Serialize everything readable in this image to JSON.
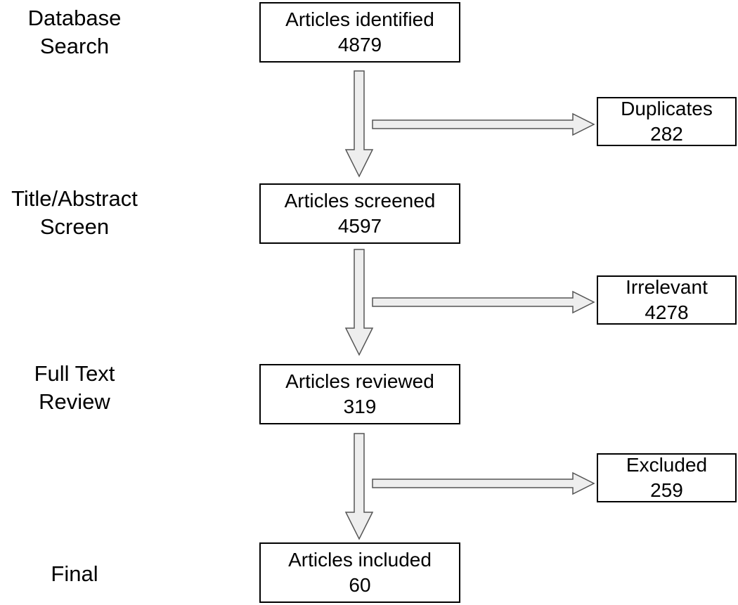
{
  "stages": [
    {
      "line1": "Database",
      "line2": "Search"
    },
    {
      "line1": "Title/Abstract",
      "line2": "Screen"
    },
    {
      "line1": "Full Text",
      "line2": "Review"
    },
    {
      "line1": "Final",
      "line2": ""
    }
  ],
  "main_boxes": [
    {
      "label": "Articles identified",
      "count": "4879"
    },
    {
      "label": "Articles screened",
      "count": "4597"
    },
    {
      "label": "Articles reviewed",
      "count": "319"
    },
    {
      "label": "Articles included",
      "count": "60"
    }
  ],
  "side_boxes": [
    {
      "label": "Duplicates",
      "count": "282"
    },
    {
      "label": "Irrelevant",
      "count": "4278"
    },
    {
      "label": "Excluded",
      "count": "259"
    }
  ],
  "colors": {
    "arrow_fill": "#eeeeee",
    "arrow_stroke": "#555555",
    "box_border": "#000000"
  }
}
